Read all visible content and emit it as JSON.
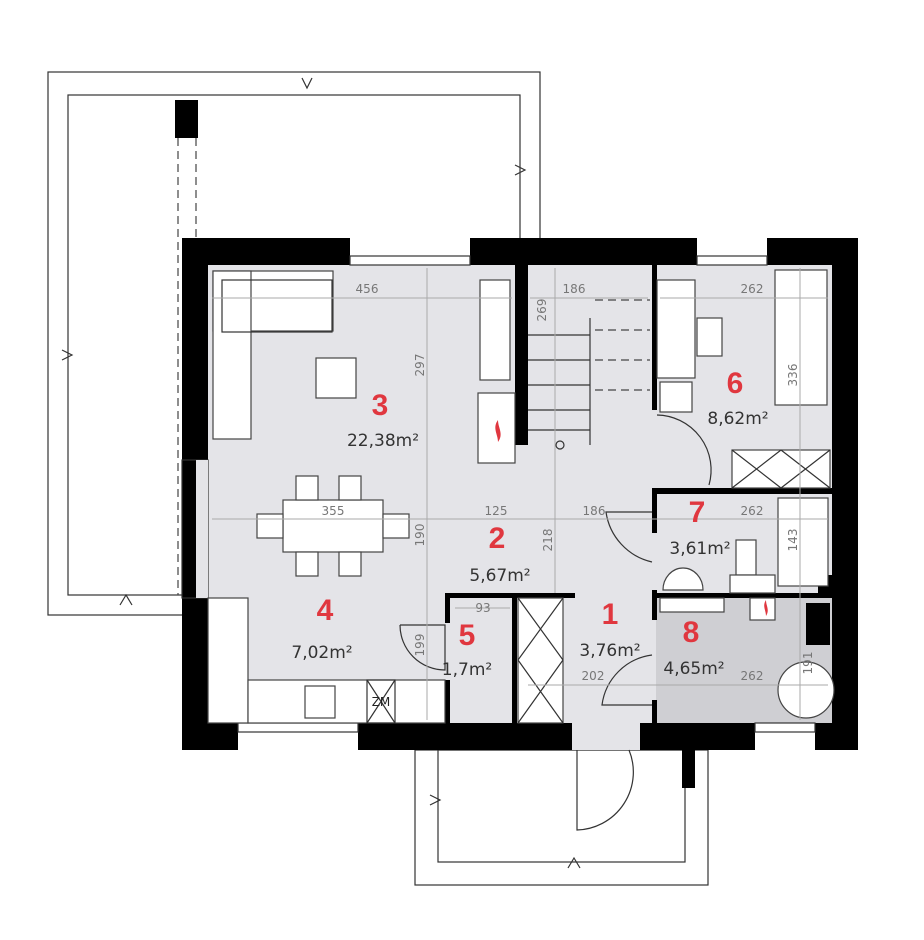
{
  "plan": {
    "rooms": [
      {
        "number": "1",
        "area": "3,76m²"
      },
      {
        "number": "2",
        "area": "5,67m²"
      },
      {
        "number": "3",
        "area": "22,38m²"
      },
      {
        "number": "4",
        "area": "7,02m²"
      },
      {
        "number": "5",
        "area": "1,7m²"
      },
      {
        "number": "6",
        "area": "8,62m²"
      },
      {
        "number": "7",
        "area": "3,61m²"
      },
      {
        "number": "8",
        "area": "4,65m²"
      }
    ],
    "dimensions": [
      "456",
      "186",
      "262",
      "269",
      "297",
      "336",
      "355",
      "125",
      "186",
      "262",
      "190",
      "218",
      "143",
      "93",
      "199",
      "202",
      "262",
      "191"
    ],
    "appliance_label": "ZM",
    "colors": {
      "room_number": "#e0373f",
      "floor": "#e4e4e8",
      "utility_floor": "#cfcfd3",
      "wall": "#000000"
    }
  }
}
